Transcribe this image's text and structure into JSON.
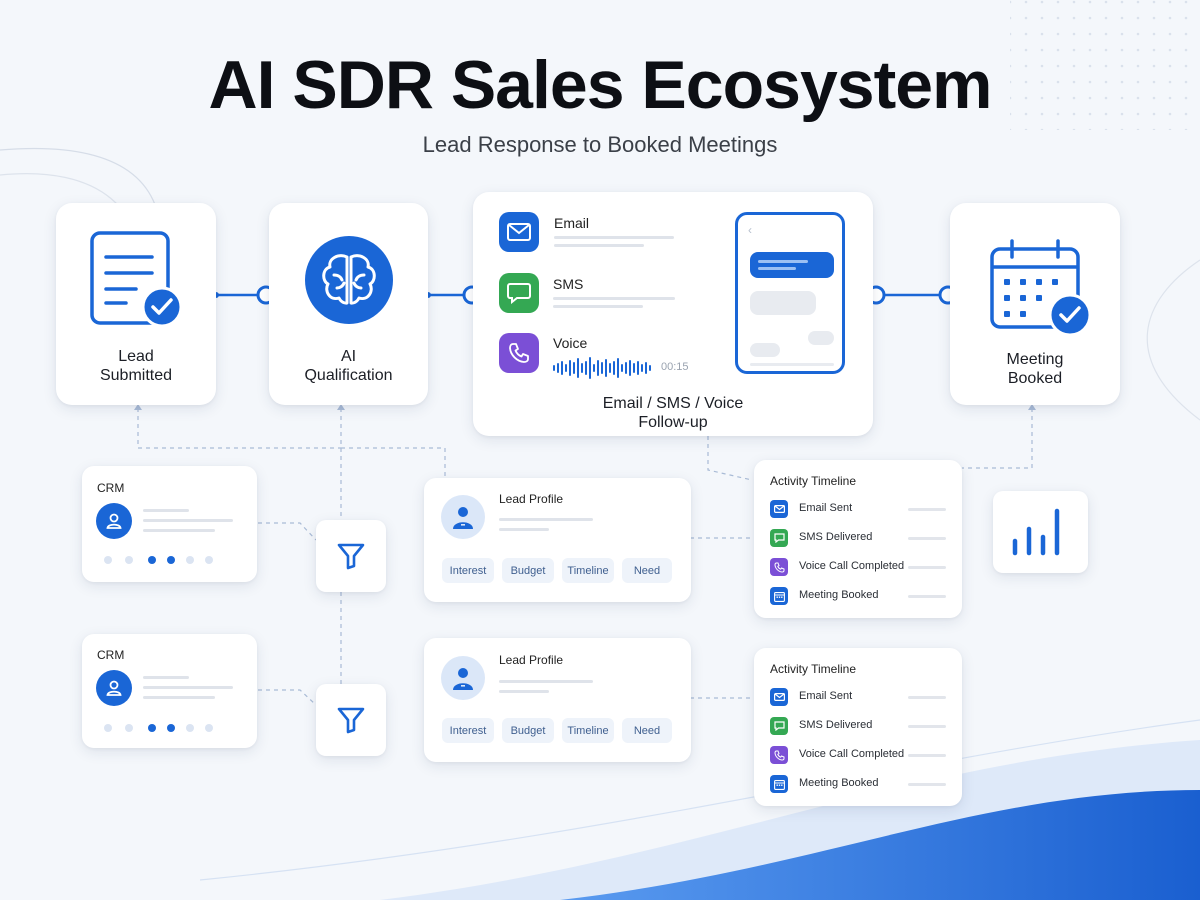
{
  "header": {
    "title": "AI SDR Sales Ecosystem",
    "subtitle": "Lead Response to Booked Meetings"
  },
  "stages": {
    "lead": {
      "line1": "Lead",
      "line2": "Submitted",
      "icon": "document-check-icon"
    },
    "ai": {
      "line1": "AI",
      "line2": "Qualification",
      "icon": "brain-icon"
    },
    "followup": {
      "line1": "Email / SMS / Voice",
      "line2": "Follow-up",
      "channels": [
        {
          "label": "Email",
          "icon": "envelope-icon",
          "color": "#1a66d6"
        },
        {
          "label": "SMS",
          "icon": "chat-bubble-icon",
          "color": "#34a853"
        },
        {
          "label": "Voice",
          "icon": "phone-icon",
          "color": "#7b4fd6"
        }
      ],
      "voice_duration": "00:15"
    },
    "meeting": {
      "line1": "Meeting",
      "line2": "Booked",
      "icon": "calendar-check-icon"
    }
  },
  "crm_cards": [
    {
      "title": "CRM"
    },
    {
      "title": "CRM"
    }
  ],
  "profile_cards": [
    {
      "title": "Lead Profile",
      "tags": [
        "Interest",
        "Budget",
        "Timeline",
        "Need"
      ]
    },
    {
      "title": "Lead Profile",
      "tags": [
        "Interest",
        "Budget",
        "Timeline",
        "Need"
      ]
    }
  ],
  "timelines": [
    {
      "title": "Activity Timeline",
      "items": [
        {
          "label": "Email Sent",
          "icon": "envelope-icon",
          "color": "#1a66d6"
        },
        {
          "label": "SMS Delivered",
          "icon": "chat-bubble-icon",
          "color": "#34a853"
        },
        {
          "label": "Voice Call Completed",
          "icon": "phone-icon",
          "color": "#7b4fd6"
        },
        {
          "label": "Meeting Booked",
          "icon": "calendar-icon",
          "color": "#1a66d6"
        }
      ]
    },
    {
      "title": "Activity Timeline",
      "items": [
        {
          "label": "Email Sent",
          "icon": "envelope-icon",
          "color": "#1a66d6"
        },
        {
          "label": "SMS Delivered",
          "icon": "chat-bubble-icon",
          "color": "#34a853"
        },
        {
          "label": "Voice Call Completed",
          "icon": "phone-icon",
          "color": "#7b4fd6"
        },
        {
          "label": "Meeting Booked",
          "icon": "calendar-icon",
          "color": "#1a66d6"
        }
      ]
    }
  ],
  "colors": {
    "accent": "#1a66d6",
    "sms": "#34a853",
    "voice": "#7b4fd6",
    "background": "#f4f7fb"
  }
}
